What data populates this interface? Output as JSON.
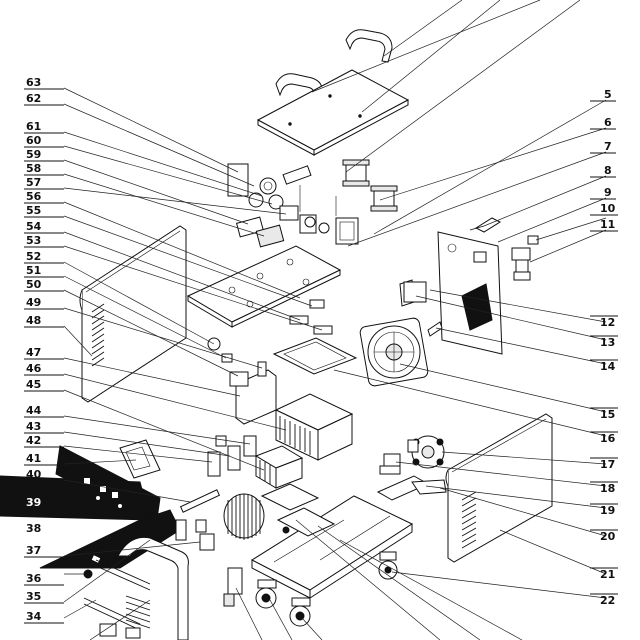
{
  "diagram": {
    "left_labels": [
      "63",
      "62",
      "61",
      "60",
      "59",
      "58",
      "57",
      "56",
      "55",
      "54",
      "53",
      "52",
      "51",
      "50",
      "49",
      "48",
      "47",
      "46",
      "45",
      "44",
      "43",
      "42",
      "41",
      "40",
      "39",
      "38",
      "37",
      "36",
      "35",
      "34"
    ],
    "right_labels": [
      "5",
      "6",
      "7",
      "8",
      "9",
      "10",
      "11",
      "12",
      "13",
      "14",
      "15",
      "16",
      "17",
      "18",
      "19",
      "20",
      "21",
      "22"
    ]
  }
}
